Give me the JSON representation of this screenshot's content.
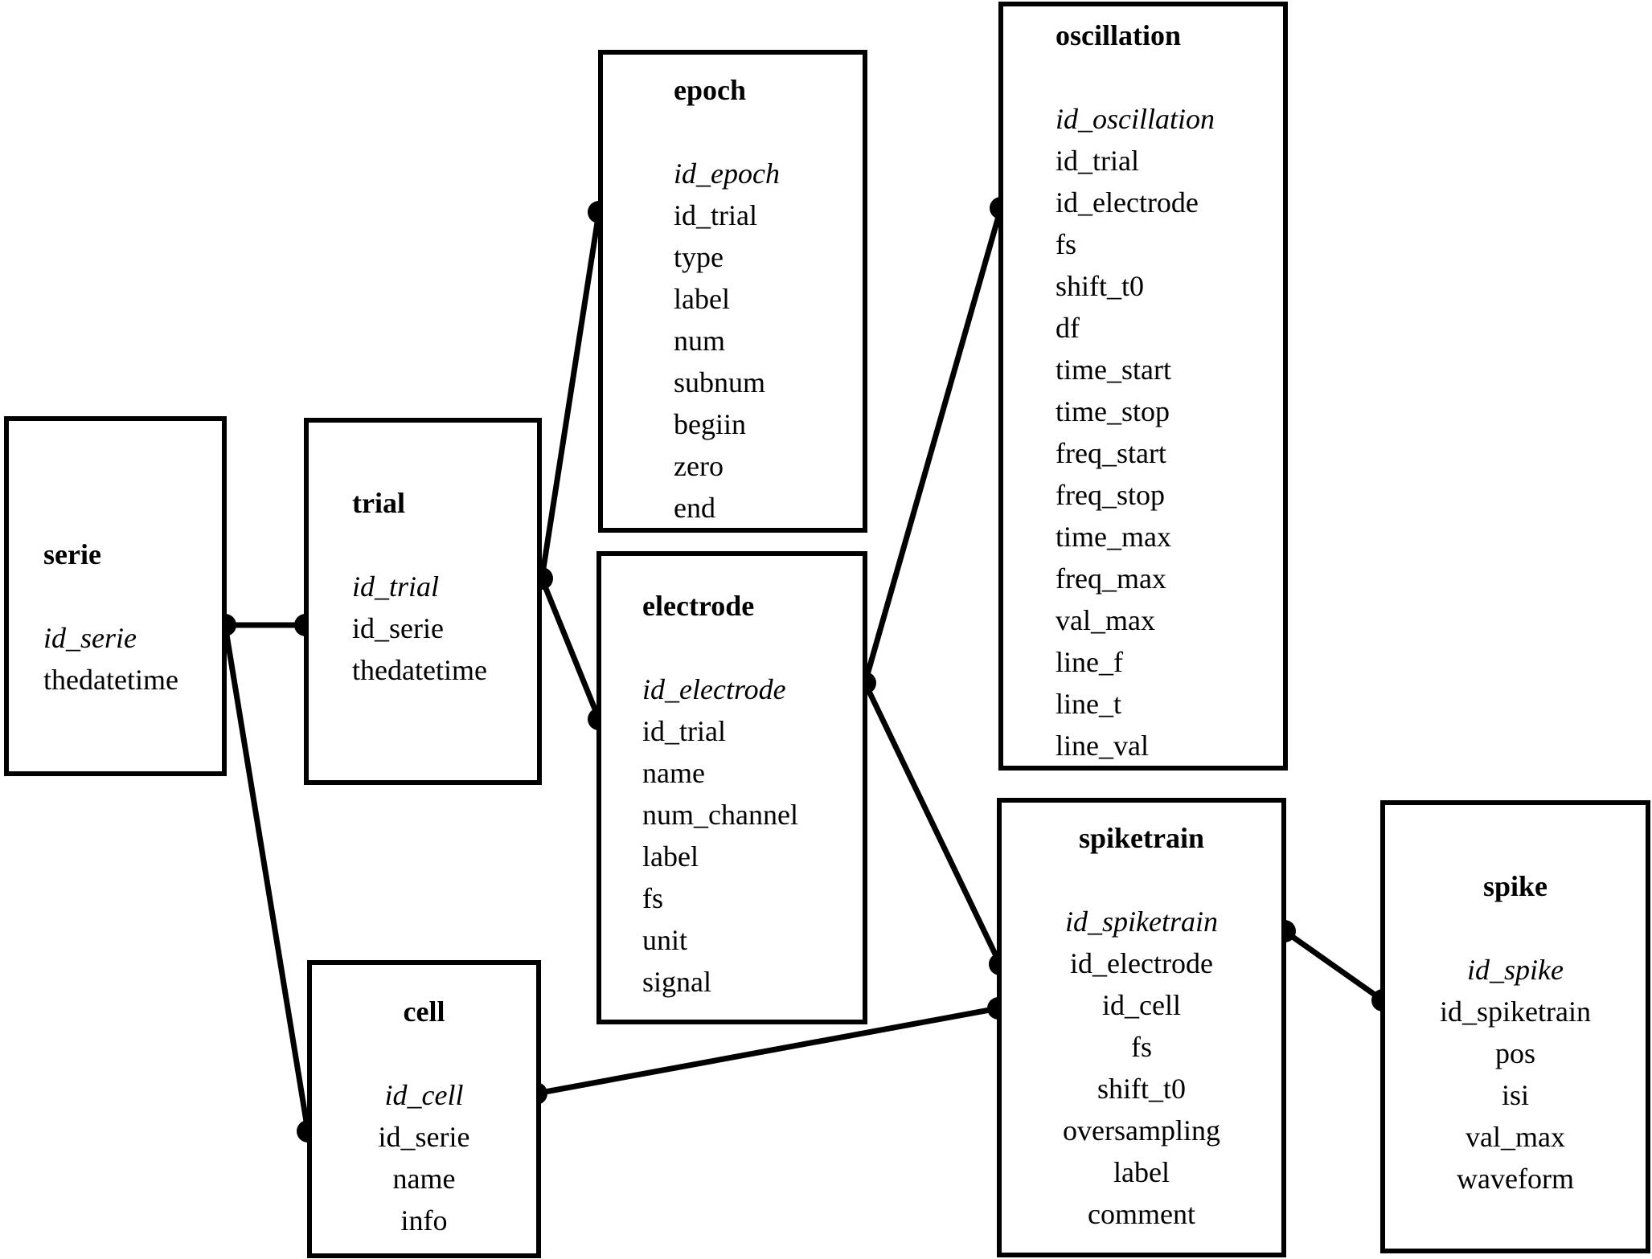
{
  "tables": {
    "serie": {
      "title": "serie",
      "fields": [
        "id_serie",
        "thedatetime"
      ]
    },
    "trial": {
      "title": "trial",
      "fields": [
        "id_trial",
        "id_serie",
        "thedatetime"
      ]
    },
    "epoch": {
      "title": "epoch",
      "fields": [
        "id_epoch",
        "id_trial",
        "type",
        "label",
        "num",
        "subnum",
        "begiin",
        "zero",
        "end"
      ]
    },
    "electrode": {
      "title": "electrode",
      "fields": [
        "id_electrode",
        "id_trial",
        "name",
        "num_channel",
        "label",
        "fs",
        "unit",
        "signal"
      ]
    },
    "cell": {
      "title": "cell",
      "fields": [
        "id_cell",
        "id_serie",
        "name",
        "info"
      ]
    },
    "oscillation": {
      "title": "oscillation",
      "fields": [
        "id_oscillation",
        "id_trial",
        "id_electrode",
        "fs",
        "shift_t0",
        "df",
        "time_start",
        "time_stop",
        "freq_start",
        "freq_stop",
        "time_max",
        "freq_max",
        "val_max",
        "line_f",
        "line_t",
        "line_val"
      ]
    },
    "spiketrain": {
      "title": "spiketrain",
      "fields": [
        "id_spiketrain",
        "id_electrode",
        "id_cell",
        "fs",
        "shift_t0",
        "oversampling",
        "label",
        "comment"
      ]
    },
    "spike": {
      "title": "spike",
      "fields": [
        "id_spike",
        "id_spiketrain",
        "pos",
        "isi",
        "val_max",
        "waveform"
      ]
    }
  }
}
